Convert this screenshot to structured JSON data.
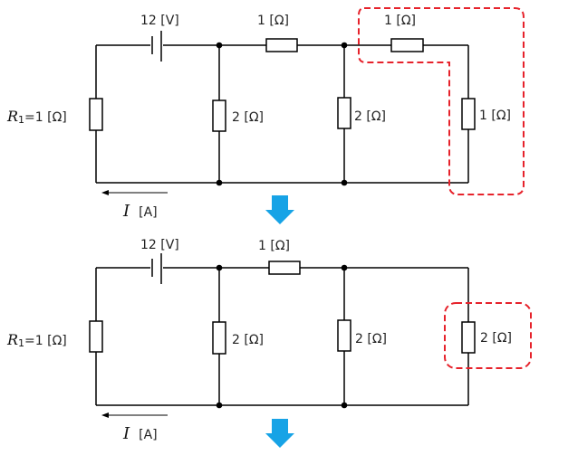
{
  "circuit_top": {
    "battery_label": "12 [V]",
    "series_resistor_1": "1 [Ω]",
    "series_resistor_2": "1 [Ω]",
    "shunt_left": "2 [Ω]",
    "shunt_mid": "2 [Ω]",
    "shunt_right": "1 [Ω]",
    "r1_symbol": "R",
    "r1_subscript": "1",
    "r1_value": "=1 [Ω]",
    "current_symbol": "I",
    "current_unit": "[A]"
  },
  "circuit_bottom": {
    "battery_label": "12 [V]",
    "series_resistor_1": "1 [Ω]",
    "shunt_left": "2 [Ω]",
    "shunt_mid": "2 [Ω]",
    "shunt_right": "2 [Ω]",
    "r1_symbol": "R",
    "r1_subscript": "1",
    "r1_value": "=1 [Ω]",
    "current_symbol": "I",
    "current_unit": "[A]"
  },
  "colors": {
    "highlight": "#e6222b",
    "arrow": "#17a3e6"
  }
}
